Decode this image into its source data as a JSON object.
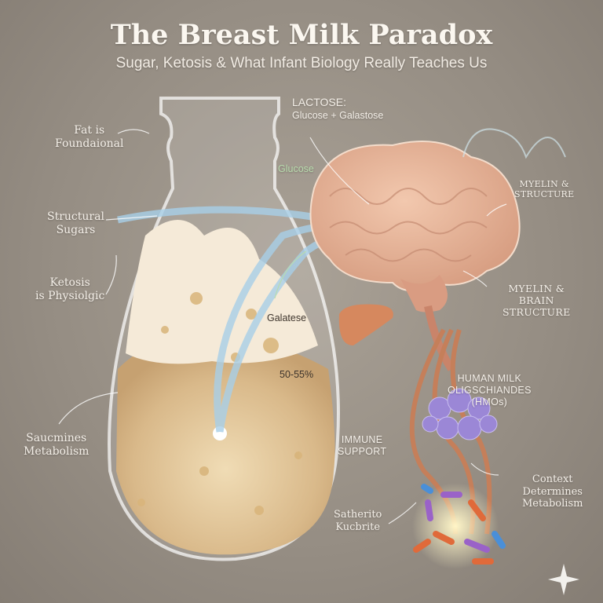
{
  "header": {
    "title": "The Breast Milk Paradox",
    "subtitle": "Sugar, Ketosis & What Infant Biology Really Teaches Us"
  },
  "labels": {
    "fat": "Fat is\nFoundaional",
    "structural_sugars": "Structural\nSugars",
    "ketosis": "Ketosis\nis Physiolgic",
    "metabolism_left": "Saucmines\nMetabolism",
    "lactose_title": "LACTOSE:",
    "lactose_sub": "Glucose + Galastose",
    "glucose": "Glucose",
    "galatese": "Galatese",
    "percent": "50-55%",
    "myelin_structure": "MYELIN &\nSTRUCTURE",
    "myelin_brain": "MYELIN &\nBRAIN\nSTRUCTURE",
    "hmo": "HUMAN MILK\nOLIGSCHIANDES\n(HMOs)",
    "immune": "IMMUNE\nSUPPORT",
    "context": "Context\nDetermines\nMetabolism",
    "bacteria": "Satherito\nKucbrite"
  },
  "colors": {
    "background": "#958d83",
    "milk": "#e9d2a8",
    "brain": "#e7b59a",
    "ribbon": "#a8cfe8",
    "hmo": "#9b87d6",
    "glucose_label": "#b9dcae"
  },
  "icons": [
    "bottle-icon",
    "brain-icon",
    "liver-icon",
    "hmo-cluster-icon",
    "gut-bacteria-icon",
    "sparkle-icon"
  ]
}
